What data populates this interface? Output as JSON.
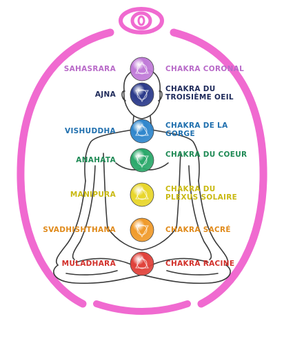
{
  "colors": {
    "frame": "#f06ad0",
    "outline": "#3a3a3a",
    "background": "#ffffff"
  },
  "chakras": [
    {
      "left": "Sahasrara",
      "right": "Chakra Coronal",
      "color": "#c07ad8",
      "text_color": "#b86ac8",
      "symbol": "lotus-crown-icon"
    },
    {
      "left": "Ajna",
      "right": "Chakra du Troisième Oeil",
      "color": "#2b3a8a",
      "text_color": "#1e2a5a",
      "symbol": "third-eye-icon"
    },
    {
      "left": "Vishuddha",
      "right": "Chakra de la Gorge",
      "color": "#2f86cc",
      "text_color": "#1f6fae",
      "symbol": "throat-icon"
    },
    {
      "left": "Anahata",
      "right": "Chakra du Coeur",
      "color": "#2aa86a",
      "text_color": "#1f8a55",
      "symbol": "heart-icon"
    },
    {
      "left": "Manipura",
      "right": "Chakra du Plexus Solaire",
      "color": "#e8d62a",
      "text_color": "#c9b912",
      "symbol": "solar-plexus-icon"
    },
    {
      "left": "Svadhishthana",
      "right": "Chakra Sacré",
      "color": "#f09a2a",
      "text_color": "#e08a1a",
      "symbol": "sacral-icon"
    },
    {
      "left": "Muladhara",
      "right": "Chakra Racine",
      "color": "#e0413a",
      "text_color": "#d2302a",
      "symbol": "root-icon"
    }
  ]
}
